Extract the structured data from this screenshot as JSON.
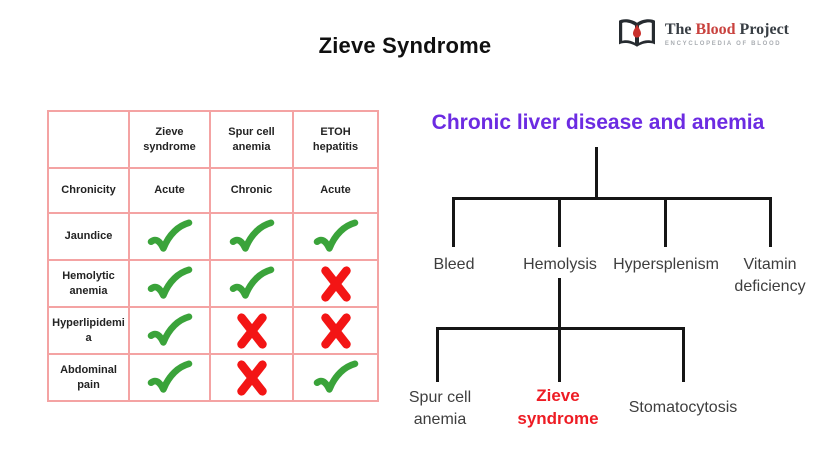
{
  "page": {
    "title": "Zieve Syndrome"
  },
  "logo": {
    "icon": "open-book-blood-drop-icon",
    "brand_the": "The ",
    "brand_blood": "Blood",
    "brand_project": " Project",
    "tagline": "ENCYCLOPEDIA OF BLOOD"
  },
  "colors": {
    "title_purple": "#6c2be2",
    "accent_red": "#ee1c24",
    "check_green": "#3aa33a",
    "cross_red": "#f31515",
    "table_border_pink": "#f4a3a3",
    "tree_line_black": "#161616",
    "node_gray": "#3e3e3e",
    "logo_blood_red": "#c9423e"
  },
  "comparison_table": {
    "columns": [
      "",
      "Zieve syndrome",
      "Spur cell anemia",
      "ETOH hepatitis"
    ],
    "rows": [
      {
        "label": "Chronicity",
        "type": "text",
        "values": [
          "Acute",
          "Chronic",
          "Acute"
        ]
      },
      {
        "label": "Jaundice",
        "type": "icon",
        "values": [
          "check",
          "check",
          "check"
        ]
      },
      {
        "label": "Hemolytic anemia",
        "type": "icon",
        "values": [
          "check",
          "check",
          "cross"
        ]
      },
      {
        "label": "Hyperlipidemia",
        "type": "icon",
        "values": [
          "check",
          "cross",
          "cross"
        ]
      },
      {
        "label": "Abdominal pain",
        "type": "icon",
        "values": [
          "check",
          "cross",
          "check"
        ]
      }
    ],
    "icon_legend": {
      "check": "green-check-icon",
      "cross": "red-cross-icon"
    }
  },
  "diagram": {
    "title": "Chronic liver disease and anemia",
    "level1": [
      "Bleed",
      "Hemolysis",
      "Hypersplenism",
      "Vitamin deficiency"
    ],
    "level2_parent": "Hemolysis",
    "level2": [
      "Spur cell anemia",
      "Zieve syndrome",
      "Stomatocytosis"
    ],
    "highlighted_node": "Zieve syndrome"
  }
}
